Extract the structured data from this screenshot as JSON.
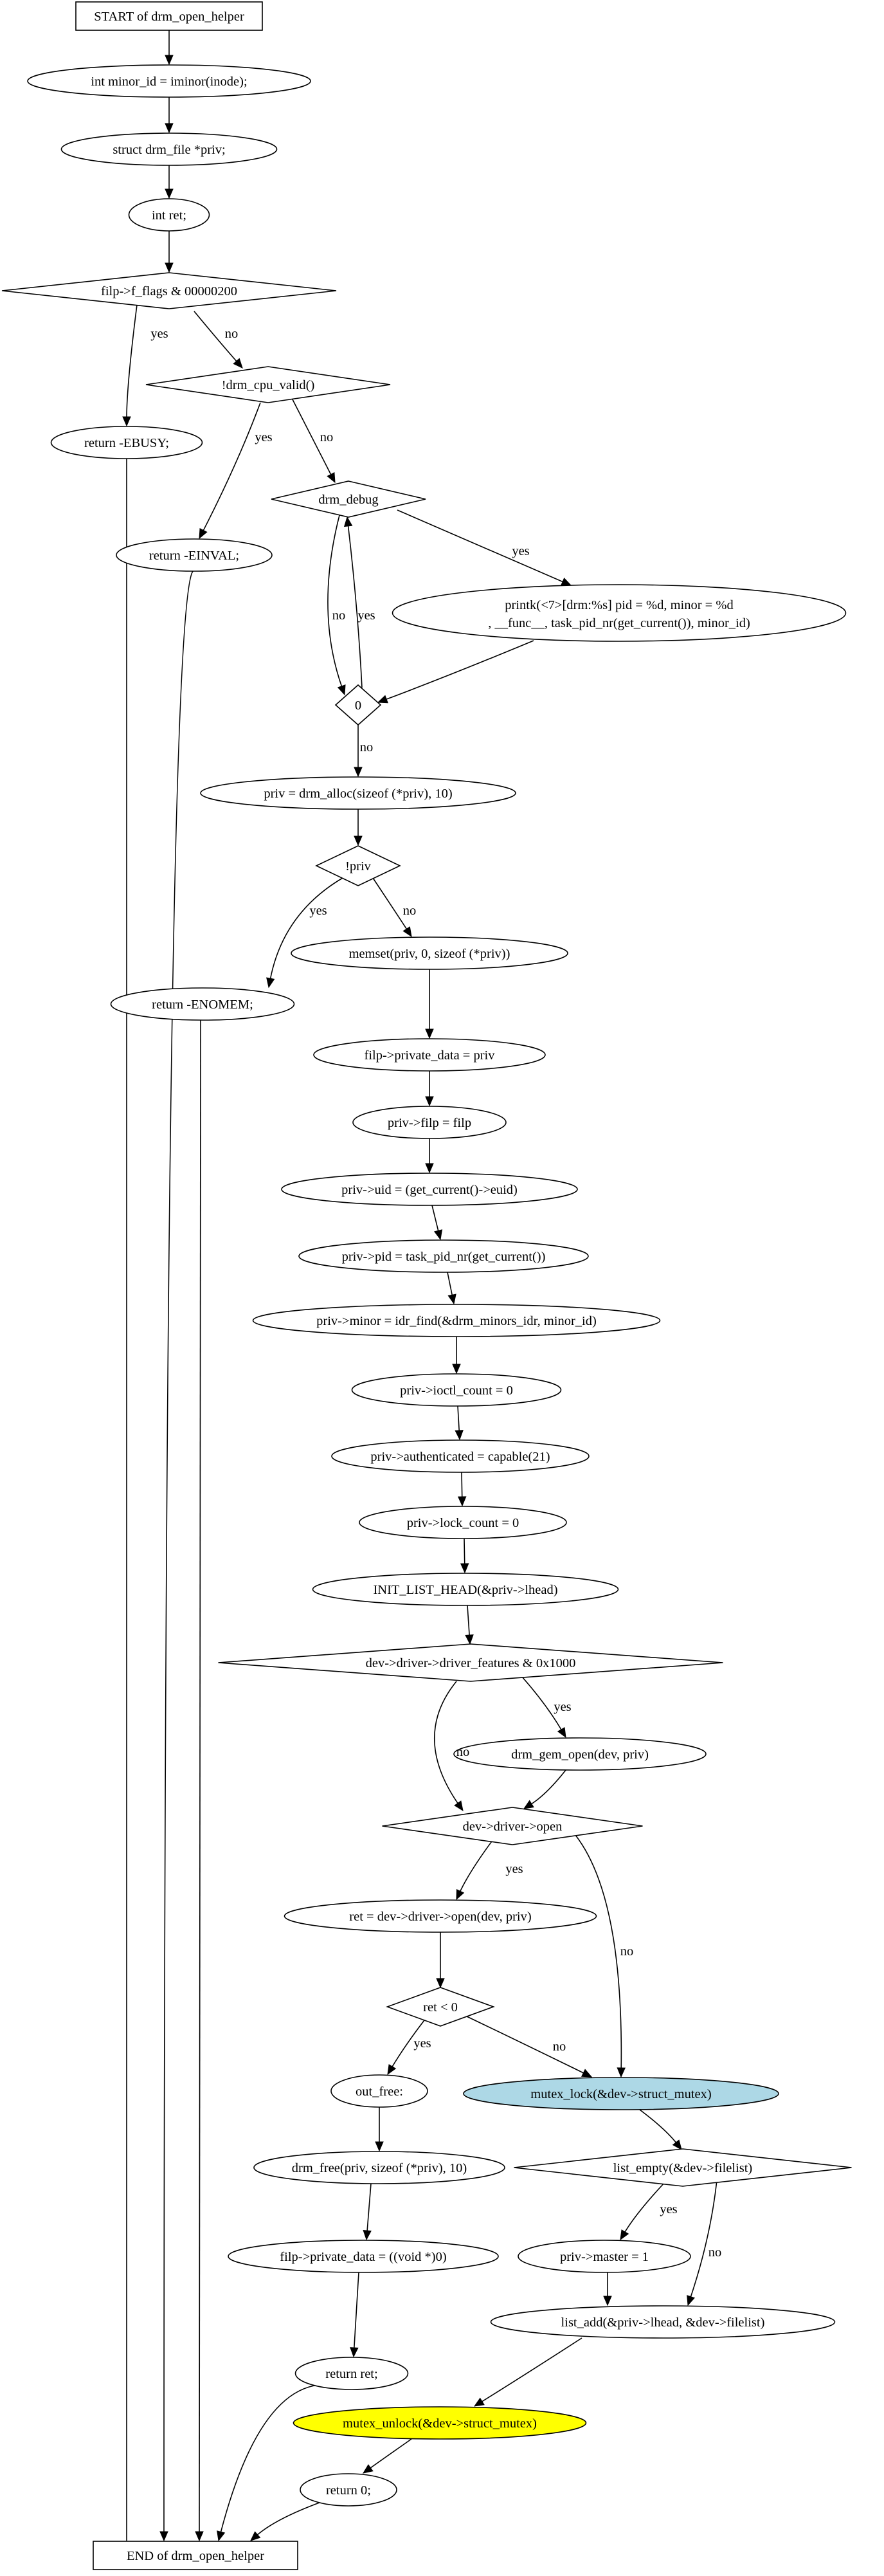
{
  "nodes": [
    {
      "id": "start",
      "shape": "rect",
      "fill": "#ffffff",
      "label": "START of drm_open_helper"
    },
    {
      "id": "minor_id",
      "shape": "ellipse",
      "fill": "#ffffff",
      "label": "int minor_id = iminor(inode);"
    },
    {
      "id": "priv_decl",
      "shape": "ellipse",
      "fill": "#ffffff",
      "label": "struct drm_file *priv;"
    },
    {
      "id": "ret_decl",
      "shape": "ellipse",
      "fill": "#ffffff",
      "label": "int ret;"
    },
    {
      "id": "f_flags",
      "shape": "diamond",
      "fill": "#ffffff",
      "label": "filp->f_flags & 00000200"
    },
    {
      "id": "ebusy",
      "shape": "ellipse",
      "fill": "#ffffff",
      "label": "return -EBUSY;"
    },
    {
      "id": "cpu_valid",
      "shape": "diamond",
      "fill": "#ffffff",
      "label": "!drm_cpu_valid()"
    },
    {
      "id": "einval",
      "shape": "ellipse",
      "fill": "#ffffff",
      "label": "return -EINVAL;"
    },
    {
      "id": "drm_debug",
      "shape": "diamond",
      "fill": "#ffffff",
      "label": "drm_debug"
    },
    {
      "id": "printk",
      "shape": "ellipse",
      "fill": "#ffffff",
      "label": "printk(<7>[drm:%s] pid = %d, minor = %d",
      "label2": ", __func__, task_pid_nr(get_current()), minor_id)"
    },
    {
      "id": "zero",
      "shape": "diamond",
      "fill": "#ffffff",
      "label": "0"
    },
    {
      "id": "alloc",
      "shape": "ellipse",
      "fill": "#ffffff",
      "label": "priv = drm_alloc(sizeof (*priv), 10)"
    },
    {
      "id": "not_priv",
      "shape": "diamond",
      "fill": "#ffffff",
      "label": "!priv"
    },
    {
      "id": "enomem",
      "shape": "ellipse",
      "fill": "#ffffff",
      "label": "return -ENOMEM;"
    },
    {
      "id": "memset",
      "shape": "ellipse",
      "fill": "#ffffff",
      "label": "memset(priv, 0, sizeof (*priv))"
    },
    {
      "id": "private_data",
      "shape": "ellipse",
      "fill": "#ffffff",
      "label": "filp->private_data = priv"
    },
    {
      "id": "priv_filp",
      "shape": "ellipse",
      "fill": "#ffffff",
      "label": "priv->filp = filp"
    },
    {
      "id": "priv_uid",
      "shape": "ellipse",
      "fill": "#ffffff",
      "label": "priv->uid = (get_current()->euid)"
    },
    {
      "id": "priv_pid",
      "shape": "ellipse",
      "fill": "#ffffff",
      "label": "priv->pid = task_pid_nr(get_current())"
    },
    {
      "id": "priv_minor",
      "shape": "ellipse",
      "fill": "#ffffff",
      "label": "priv->minor = idr_find(&drm_minors_idr, minor_id)"
    },
    {
      "id": "ioctl_count",
      "shape": "ellipse",
      "fill": "#ffffff",
      "label": "priv->ioctl_count = 0"
    },
    {
      "id": "authenticated",
      "shape": "ellipse",
      "fill": "#ffffff",
      "label": "priv->authenticated = capable(21)"
    },
    {
      "id": "lock_count",
      "shape": "ellipse",
      "fill": "#ffffff",
      "label": "priv->lock_count = 0"
    },
    {
      "id": "init_list",
      "shape": "ellipse",
      "fill": "#ffffff",
      "label": "INIT_LIST_HEAD(&priv->lhead)"
    },
    {
      "id": "features",
      "shape": "diamond",
      "fill": "#ffffff",
      "label": "dev->driver->driver_features & 0x1000"
    },
    {
      "id": "gem_open",
      "shape": "ellipse",
      "fill": "#ffffff",
      "label": "drm_gem_open(dev, priv)"
    },
    {
      "id": "driver_open",
      "shape": "diamond",
      "fill": "#ffffff",
      "label": "dev->driver->open"
    },
    {
      "id": "ret_open",
      "shape": "ellipse",
      "fill": "#ffffff",
      "label": "ret = dev->driver->open(dev, priv)"
    },
    {
      "id": "ret_lt0",
      "shape": "diamond",
      "fill": "#ffffff",
      "label": "ret < 0"
    },
    {
      "id": "out_free",
      "shape": "ellipse",
      "fill": "#ffffff",
      "label": "out_free:"
    },
    {
      "id": "mutex_lock",
      "shape": "ellipse",
      "fill": "#add8e6",
      "label": "mutex_lock(&dev->struct_mutex)"
    },
    {
      "id": "drm_free",
      "shape": "ellipse",
      "fill": "#ffffff",
      "label": "drm_free(priv, sizeof (*priv), 10)"
    },
    {
      "id": "list_empty",
      "shape": "diamond",
      "fill": "#ffffff",
      "label": "list_empty(&dev->filelist)"
    },
    {
      "id": "private_null",
      "shape": "ellipse",
      "fill": "#ffffff",
      "label": "filp->private_data = ((void *)0)"
    },
    {
      "id": "master",
      "shape": "ellipse",
      "fill": "#ffffff",
      "label": "priv->master = 1"
    },
    {
      "id": "list_add",
      "shape": "ellipse",
      "fill": "#ffffff",
      "label": "list_add(&priv->lhead, &dev->filelist)"
    },
    {
      "id": "return_ret",
      "shape": "ellipse",
      "fill": "#ffffff",
      "label": "return ret;"
    },
    {
      "id": "mutex_unlock",
      "shape": "ellipse",
      "fill": "#ffff00",
      "label": "mutex_unlock(&dev->struct_mutex)"
    },
    {
      "id": "return0",
      "shape": "ellipse",
      "fill": "#ffffff",
      "label": "return 0;"
    },
    {
      "id": "end",
      "shape": "rect",
      "fill": "#ffffff",
      "label": "END of drm_open_helper"
    }
  ],
  "edges": [
    {
      "from": "start",
      "to": "minor_id",
      "label": ""
    },
    {
      "from": "minor_id",
      "to": "priv_decl",
      "label": ""
    },
    {
      "from": "priv_decl",
      "to": "ret_decl",
      "label": ""
    },
    {
      "from": "ret_decl",
      "to": "f_flags",
      "label": ""
    },
    {
      "from": "f_flags",
      "to": "ebusy",
      "label": "yes"
    },
    {
      "from": "f_flags",
      "to": "cpu_valid",
      "label": "no"
    },
    {
      "from": "cpu_valid",
      "to": "einval",
      "label": "yes"
    },
    {
      "from": "cpu_valid",
      "to": "drm_debug",
      "label": "no"
    },
    {
      "from": "drm_debug",
      "to": "printk",
      "label": "yes"
    },
    {
      "from": "drm_debug",
      "to": "zero",
      "label": "no"
    },
    {
      "from": "zero",
      "to": "drm_debug",
      "label": "yes"
    },
    {
      "from": "printk",
      "to": "zero",
      "label": ""
    },
    {
      "from": "zero",
      "to": "alloc",
      "label": "no"
    },
    {
      "from": "alloc",
      "to": "not_priv",
      "label": ""
    },
    {
      "from": "not_priv",
      "to": "enomem",
      "label": "yes"
    },
    {
      "from": "not_priv",
      "to": "memset",
      "label": "no"
    },
    {
      "from": "memset",
      "to": "private_data",
      "label": ""
    },
    {
      "from": "private_data",
      "to": "priv_filp",
      "label": ""
    },
    {
      "from": "priv_filp",
      "to": "priv_uid",
      "label": ""
    },
    {
      "from": "priv_uid",
      "to": "priv_pid",
      "label": ""
    },
    {
      "from": "priv_pid",
      "to": "priv_minor",
      "label": ""
    },
    {
      "from": "priv_minor",
      "to": "ioctl_count",
      "label": ""
    },
    {
      "from": "ioctl_count",
      "to": "authenticated",
      "label": ""
    },
    {
      "from": "authenticated",
      "to": "lock_count",
      "label": ""
    },
    {
      "from": "lock_count",
      "to": "init_list",
      "label": ""
    },
    {
      "from": "init_list",
      "to": "features",
      "label": ""
    },
    {
      "from": "features",
      "to": "gem_open",
      "label": "yes"
    },
    {
      "from": "features",
      "to": "driver_open",
      "label": "no"
    },
    {
      "from": "gem_open",
      "to": "driver_open",
      "label": ""
    },
    {
      "from": "driver_open",
      "to": "ret_open",
      "label": "yes"
    },
    {
      "from": "driver_open",
      "to": "mutex_lock",
      "label": "no"
    },
    {
      "from": "ret_open",
      "to": "ret_lt0",
      "label": ""
    },
    {
      "from": "ret_lt0",
      "to": "out_free",
      "label": "yes"
    },
    {
      "from": "ret_lt0",
      "to": "mutex_lock",
      "label": "no"
    },
    {
      "from": "out_free",
      "to": "drm_free",
      "label": ""
    },
    {
      "from": "drm_free",
      "to": "private_null",
      "label": ""
    },
    {
      "from": "private_null",
      "to": "return_ret",
      "label": ""
    },
    {
      "from": "mutex_lock",
      "to": "list_empty",
      "label": ""
    },
    {
      "from": "list_empty",
      "to": "master",
      "label": "yes"
    },
    {
      "from": "list_empty",
      "to": "list_add",
      "label": "no"
    },
    {
      "from": "master",
      "to": "list_add",
      "label": ""
    },
    {
      "from": "list_add",
      "to": "mutex_unlock",
      "label": ""
    },
    {
      "from": "mutex_unlock",
      "to": "return0",
      "label": ""
    },
    {
      "from": "ebusy",
      "to": "end",
      "label": ""
    },
    {
      "from": "einval",
      "to": "end",
      "label": ""
    },
    {
      "from": "enomem",
      "to": "end",
      "label": ""
    },
    {
      "from": "return_ret",
      "to": "end",
      "label": ""
    },
    {
      "from": "return0",
      "to": "end",
      "label": ""
    }
  ]
}
